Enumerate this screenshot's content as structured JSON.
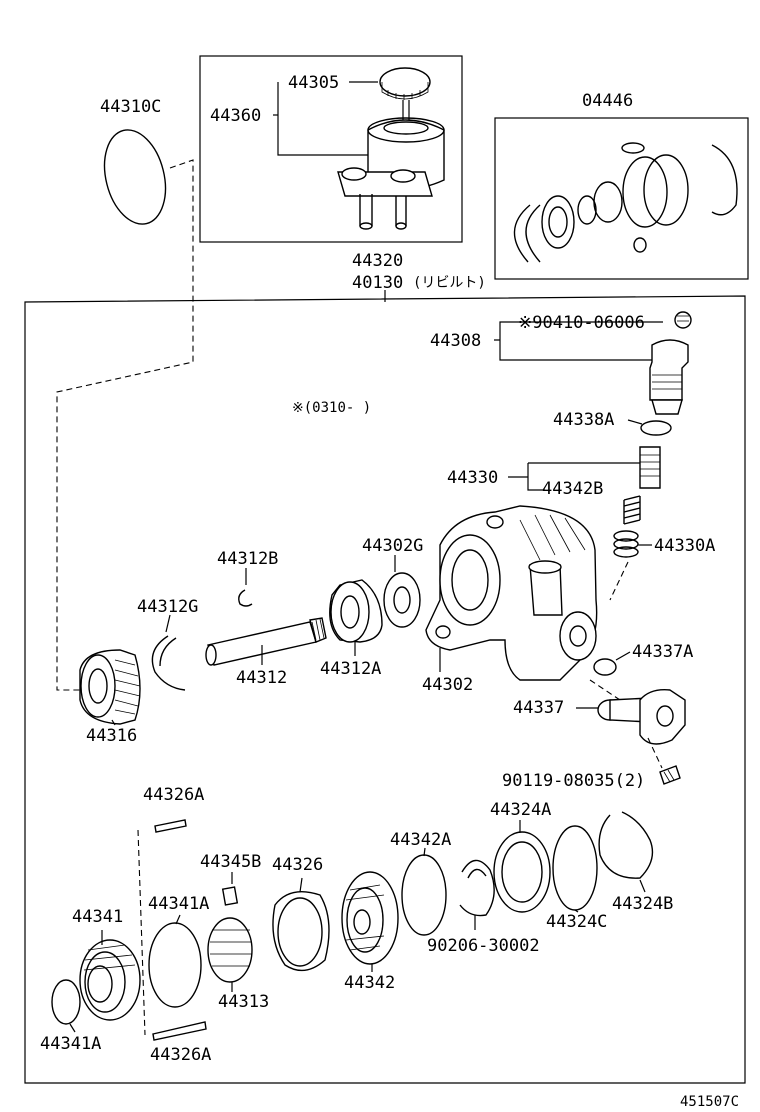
{
  "parts": {
    "p44310C": "44310C",
    "p44305": "44305",
    "p44360": "44360",
    "p04446": "04446",
    "p44320": "44320",
    "p40130": "40130",
    "p40130_note": "(リビルト)",
    "p90410": "※90410-06006",
    "p44308": "44308",
    "note_0310": "※(0310-      )",
    "p44338A": "44338A",
    "p44330": "44330",
    "p44342B": "44342B",
    "p44330A": "44330A",
    "p44312B": "44312B",
    "p44302G": "44302G",
    "p44312G": "44312G",
    "p44312": "44312",
    "p44312A": "44312A",
    "p44302": "44302",
    "p44337A": "44337A",
    "p44316": "44316",
    "p44337": "44337",
    "p90119": "90119-08035(2)",
    "p44326A_top": "44326A",
    "p44324A": "44324A",
    "p44342A": "44342A",
    "p44345B": "44345B",
    "p44326": "44326",
    "p44341": "44341",
    "p44341A_mid": "44341A",
    "p44324B": "44324B",
    "p44324C": "44324C",
    "p90206": "90206-30002",
    "p44313": "44313",
    "p44342": "44342",
    "p44341A_bot": "44341A",
    "p44326A_bot": "44326A"
  },
  "footer": {
    "code": "451507C"
  }
}
